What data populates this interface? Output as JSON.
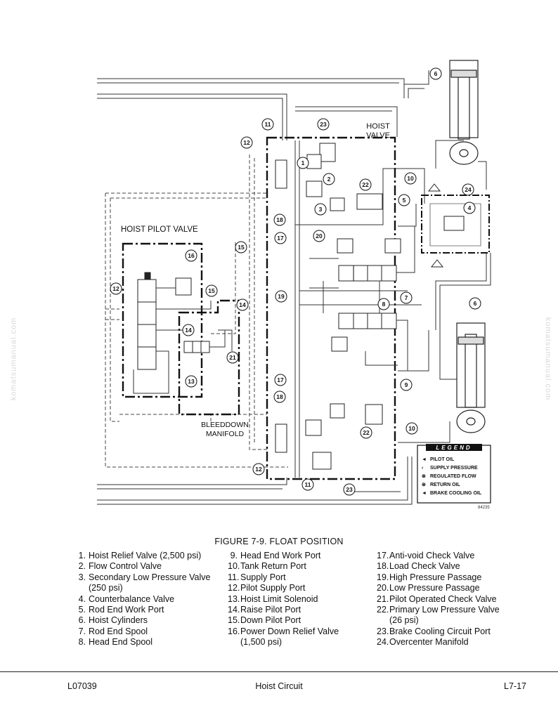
{
  "diagram": {
    "labels": {
      "hoist_valve": [
        "HOIST",
        "VALVE"
      ],
      "hoist_pilot_valve": "HOIST PILOT VALVE",
      "bleeddown_manifold": [
        "BLEEDDOWN",
        "MANIFOLD"
      ],
      "image_number": "84235"
    },
    "callouts": [
      "1",
      "2",
      "3",
      "4",
      "5",
      "6",
      "7",
      "8",
      "9",
      "10",
      "11",
      "12",
      "13",
      "14",
      "15",
      "16",
      "17",
      "18",
      "19",
      "20",
      "21",
      "22",
      "23",
      "24"
    ],
    "legend": {
      "title": "LEGEND",
      "entries": [
        {
          "symbol": "◄",
          "label": "PILOT OIL"
        },
        {
          "symbol": "‹",
          "label": "SUPPLY PRESSURE"
        },
        {
          "symbol": "⊗",
          "label": "REGULATED FLOW"
        },
        {
          "symbol": "⊛",
          "label": "RETURN OIL"
        },
        {
          "symbol": "◄",
          "label": "BRAKE COOLING OIL"
        }
      ]
    }
  },
  "figure_caption": "FIGURE 7-9. FLOAT POSITION",
  "parts_list": {
    "col1": [
      {
        "num": "1.",
        "text": "Hoist Relief Valve (2,500 psi)"
      },
      {
        "num": "2.",
        "text": "Flow Control Valve"
      },
      {
        "num": "3.",
        "text": "Secondary Low Pressure Valve"
      },
      {
        "num": "",
        "text": "(250 psi)"
      },
      {
        "num": "4.",
        "text": "Counterbalance Valve"
      },
      {
        "num": "5.",
        "text": "Rod End Work Port"
      },
      {
        "num": "6.",
        "text": "Hoist Cylinders"
      },
      {
        "num": "7.",
        "text": "Rod End Spool"
      },
      {
        "num": "8.",
        "text": "Head End Spool"
      }
    ],
    "col2": [
      {
        "num": "9.",
        "text": "Head End Work Port"
      },
      {
        "num": "10.",
        "text": "Tank Return Port"
      },
      {
        "num": "11.",
        "text": "Supply Port"
      },
      {
        "num": "12.",
        "text": "Pilot Supply Port"
      },
      {
        "num": "13.",
        "text": "Hoist Limit Solenoid"
      },
      {
        "num": "14.",
        "text": "Raise Pilot Port"
      },
      {
        "num": "15.",
        "text": "Down Pilot Port"
      },
      {
        "num": "16.",
        "text": "Power Down Relief Valve"
      },
      {
        "num": "",
        "text": "(1,500 psi)"
      }
    ],
    "col3": [
      {
        "num": "17.",
        "text": "Anti-void Check Valve"
      },
      {
        "num": "18.",
        "text": "Load Check Valve"
      },
      {
        "num": "19.",
        "text": "High Pressure Passage"
      },
      {
        "num": "20.",
        "text": "Low Pressure Passage"
      },
      {
        "num": "21.",
        "text": "Pilot Operated Check Valve"
      },
      {
        "num": "22.",
        "text": "Primary Low Pressure Valve"
      },
      {
        "num": "",
        "text": "(26 psi)"
      },
      {
        "num": "23.",
        "text": "Brake Cooling Circuit Port"
      },
      {
        "num": "24.",
        "text": "Overcenter Manifold"
      }
    ]
  },
  "footer": {
    "left": "L07039",
    "center": "Hoist Circuit",
    "right": "L7-17"
  },
  "watermark": "komatsumanual.com"
}
